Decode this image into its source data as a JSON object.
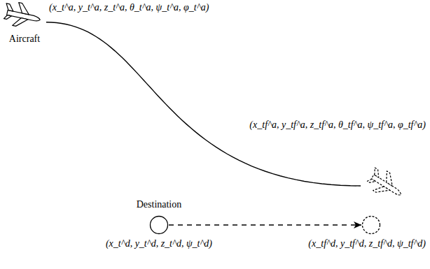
{
  "diagram": {
    "nodes": [
      {
        "text": [
          "(x_t^a, y_t^a, z_t^a, θ_t^a, ψ_t^a, φ_t^a)",
          "Aircraft"
        ]
      },
      {
        "text": [
          "(x_tf^a, y_tf^a, z_tf^a, θ_tf^a, ψ_tf^a, φ_tf^a)"
        ]
      },
      {
        "text": [
          "Destination",
          "(x_t^d, y_t^d, z_t^d, ψ_t^d)"
        ]
      },
      {
        "text": [
          "(x_tf^d, y_tf^d, z_tf^d, ψ_tf^d)"
        ]
      }
    ],
    "edges": [
      {
        "from": 0,
        "to": 1,
        "arrow": "none"
      },
      {
        "from": 2,
        "to": 3,
        "arrow": "to"
      }
    ]
  }
}
